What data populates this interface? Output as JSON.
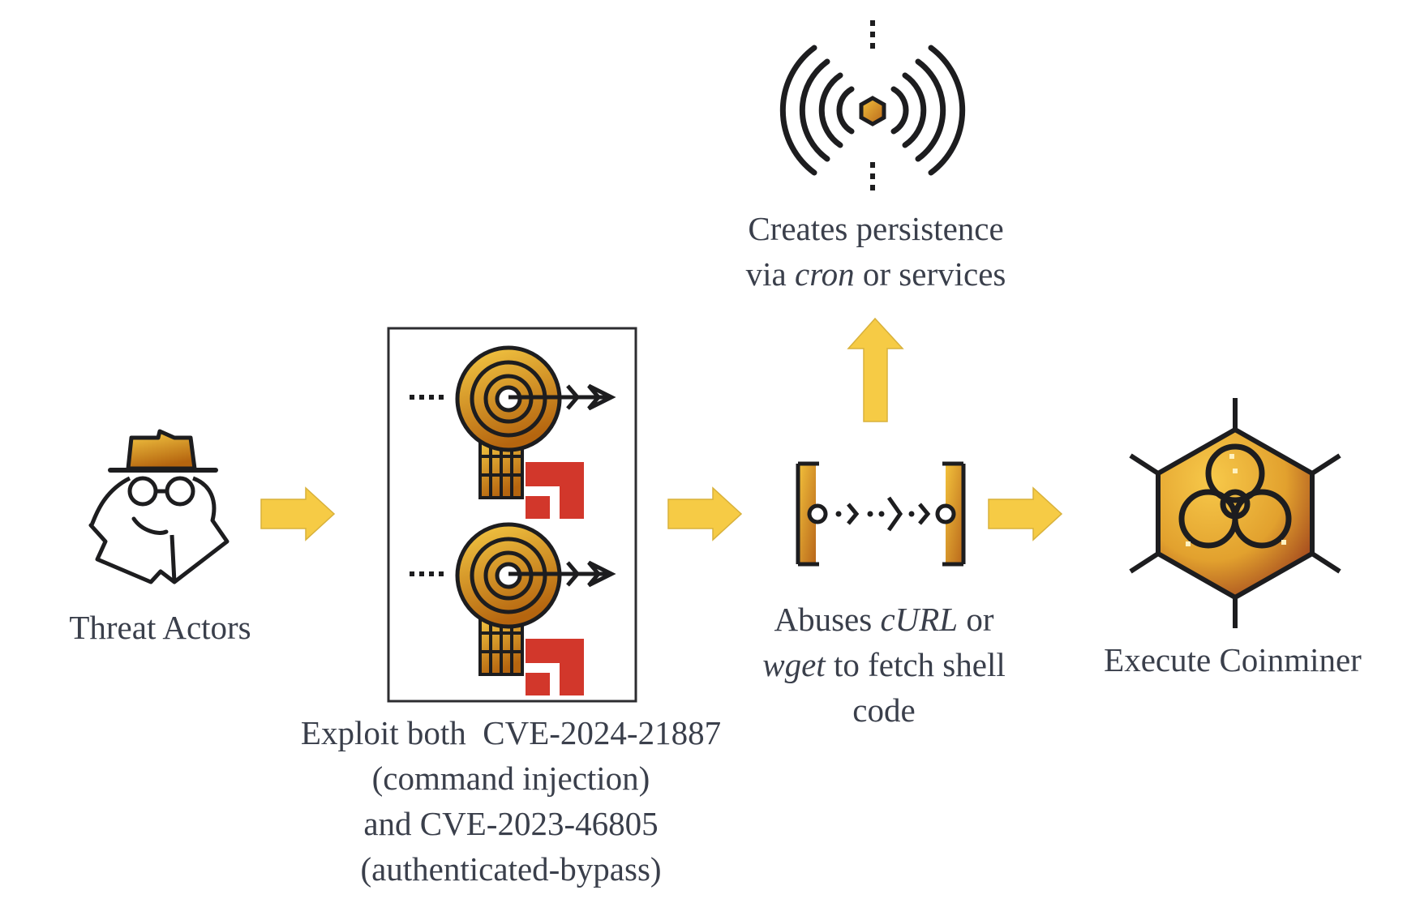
{
  "colors": {
    "accent_light": "#f6cb45",
    "accent_dark": "#b5650f",
    "red": "#d2372b",
    "stroke": "#1d1d1f",
    "text": "#3a3f4b"
  },
  "steps": {
    "threat_actors": {
      "icon": "spy-icon",
      "label": "Threat Actors"
    },
    "exploit": {
      "icon": "target-bulb-icon",
      "lines": [
        "Exploit both  CVE-2024-21887",
        "(command injection)",
        "and CVE-2023-46805",
        "(authenticated-bypass)"
      ]
    },
    "fetch": {
      "icon": "transfer-icon",
      "line1_pre": "Abuses ",
      "line1_em": "cURL",
      "line1_post": " or",
      "line2_em": "wget",
      "line2_post": " to fetch shell",
      "line3": "code"
    },
    "persistence": {
      "icon": "signal-icon",
      "line1": "Creates persistence",
      "line2_pre": "via ",
      "line2_em": "cron",
      "line2_post": " or services"
    },
    "coinminer": {
      "icon": "biohazard-icon",
      "label": "Execute Coinminer"
    }
  }
}
